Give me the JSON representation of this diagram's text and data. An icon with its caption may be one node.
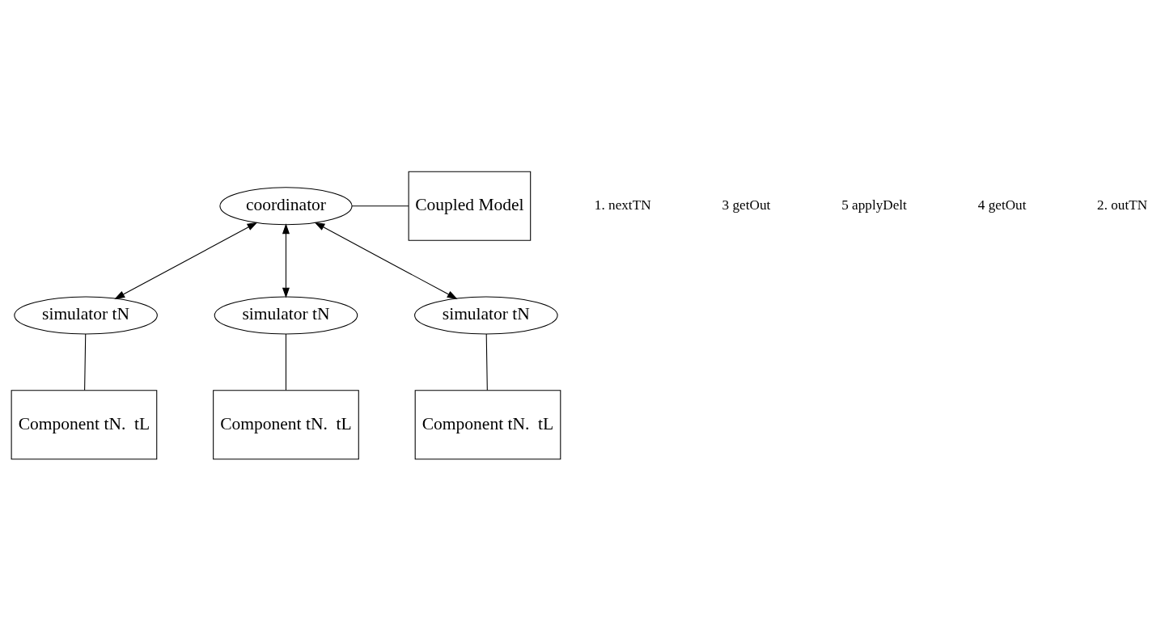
{
  "diagram": {
    "nodes": [
      {
        "text": [
          "coordinator"
        ]
      },
      {
        "text": [
          "Coupled Model"
        ]
      },
      {
        "text": [
          "simulator tN"
        ]
      },
      {
        "text": [
          "simulator tN"
        ]
      },
      {
        "text": [
          "simulator tN"
        ]
      },
      {
        "text": [
          "Component tN.  tL"
        ]
      },
      {
        "text": [
          "Component tN.  tL"
        ]
      },
      {
        "text": [
          "Component tN.  tL"
        ]
      }
    ],
    "edges": [
      {
        "from": 0,
        "to": 1,
        "arrow": "none"
      },
      {
        "from": 0,
        "to": 2,
        "arrow": "both"
      },
      {
        "from": 0,
        "to": 3,
        "arrow": "both"
      },
      {
        "from": 0,
        "to": 4,
        "arrow": "both"
      },
      {
        "from": 2,
        "to": 5,
        "arrow": "none"
      },
      {
        "from": 3,
        "to": 6,
        "arrow": "none"
      },
      {
        "from": 4,
        "to": 7,
        "arrow": "none"
      }
    ],
    "labels": [
      "1. nextTN",
      "3 getOut",
      "5 applyDelt",
      "4 getOut",
      "2. outTN"
    ]
  }
}
